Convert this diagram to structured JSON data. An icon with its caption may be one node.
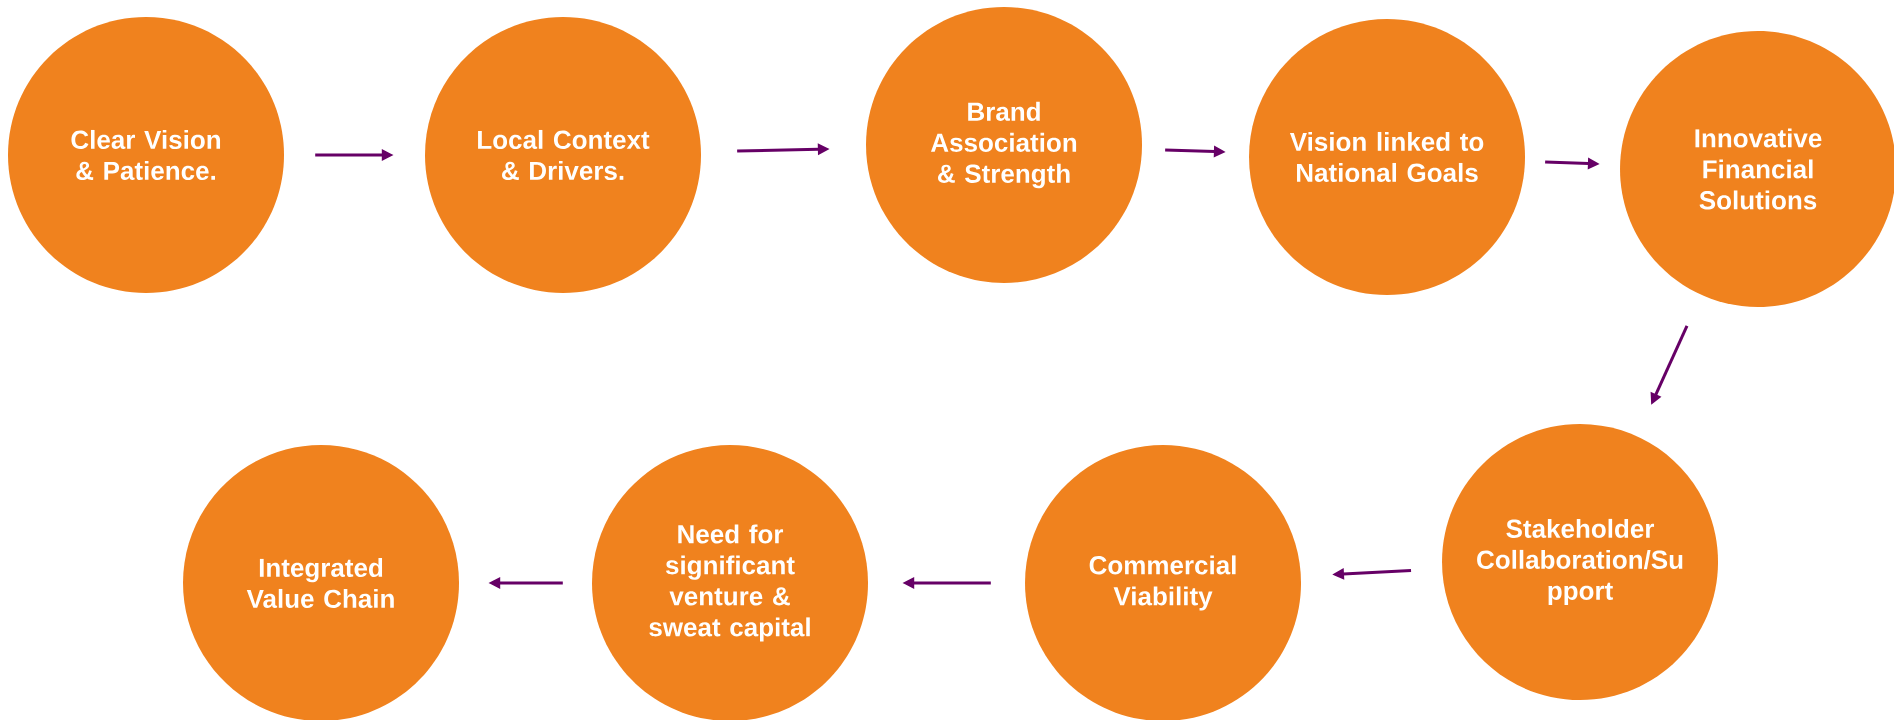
{
  "diagram": {
    "nodes": [
      {
        "text": [
          "Clear Vision & Patience."
        ]
      },
      {
        "text": [
          "Local Context & Drivers."
        ]
      },
      {
        "text": [
          "Brand Association & Strength"
        ]
      },
      {
        "text": [
          "Vision linked to National Goals"
        ]
      },
      {
        "text": [
          "Innovative Financial Solutions"
        ]
      },
      {
        "text": [
          "Stakeholder Collaboration/Su pport"
        ]
      },
      {
        "text": [
          "Commercial Viability"
        ]
      },
      {
        "text": [
          "Need for significant venture & sweat capital"
        ]
      },
      {
        "text": [
          "Integrated Value Chain"
        ]
      }
    ],
    "edges": [
      {
        "from": 0,
        "to": 1,
        "arrow": "to"
      },
      {
        "from": 1,
        "to": 2,
        "arrow": "to"
      },
      {
        "from": 2,
        "to": 3,
        "arrow": "to"
      },
      {
        "from": 3,
        "to": 4,
        "arrow": "to"
      },
      {
        "from": 4,
        "to": 5,
        "arrow": "to"
      },
      {
        "from": 5,
        "to": 6,
        "arrow": "to"
      },
      {
        "from": 6,
        "to": 7,
        "arrow": "to"
      },
      {
        "from": 7,
        "to": 8,
        "arrow": "to"
      }
    ]
  }
}
